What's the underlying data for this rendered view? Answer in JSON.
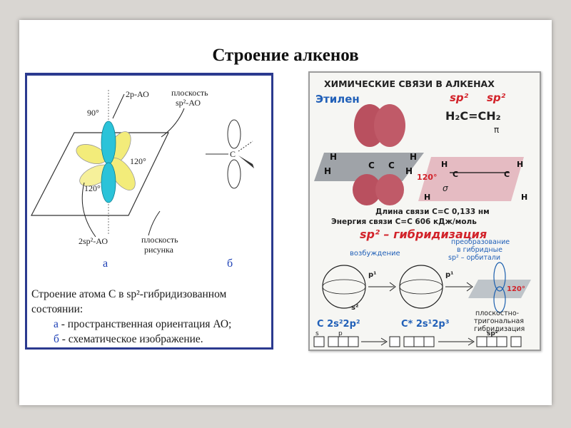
{
  "slide": {
    "title": "Строение алкенов"
  },
  "left_figure": {
    "labels": {
      "p_ao": "2p-АО",
      "plane_sp2": "плоскость",
      "plane_sp2_2": "sp²-АО",
      "angle_90": "90°",
      "angle_120_a": "120°",
      "angle_120_b": "120°",
      "sp2_ao": "2sp²-АО",
      "plane_fig": "плоскость",
      "plane_fig_2": "рисунка",
      "label_a": "а",
      "label_b": "б",
      "carbon": "C"
    },
    "caption": {
      "line1": "Строение атома С в sp²-гибридизованном состоянии:",
      "line2_key": "а",
      "line2": " - пространственная ориентация АО;",
      "line3_key": "б",
      "line3": " - схематическое изображение."
    }
  },
  "right_figure": {
    "header": "ХИМИЧЕСКИЕ СВЯЗИ В АЛКЕНАХ",
    "ethylene": "Этилен",
    "sp2_a": "sp²",
    "sp2_b": "sp²",
    "formula": "H₂C=CH₂",
    "pi": "π",
    "angle": "120°",
    "sigma": "σ",
    "bond_length": "Длина связи С=С  0,133 нм",
    "bond_energy": "Энергия связи С=С  606 кДж/моль",
    "hybridization": "sp² – гибридизация",
    "excitation": "возбуждение",
    "transform_1": "преобразование",
    "transform_2": "в гибридные",
    "transform_3": "sp² – орбитали",
    "angle_120": "120°",
    "planar_1": "плоскостно-",
    "planar_2": "тригональная",
    "planar_3": "гибридизация",
    "config_ground": "С 2s²2p²",
    "config_excited": "С* 2s¹2p³",
    "s": "s",
    "p": "p",
    "sp2_box": "sp²",
    "p1": "p¹",
    "s2": "s²",
    "p1b": "p¹"
  },
  "colors": {
    "frame_blue": "#2b3a8f",
    "caption_blue": "#1c3fb5",
    "accent_red": "#d2232a",
    "accent_blue": "#2160b8"
  }
}
